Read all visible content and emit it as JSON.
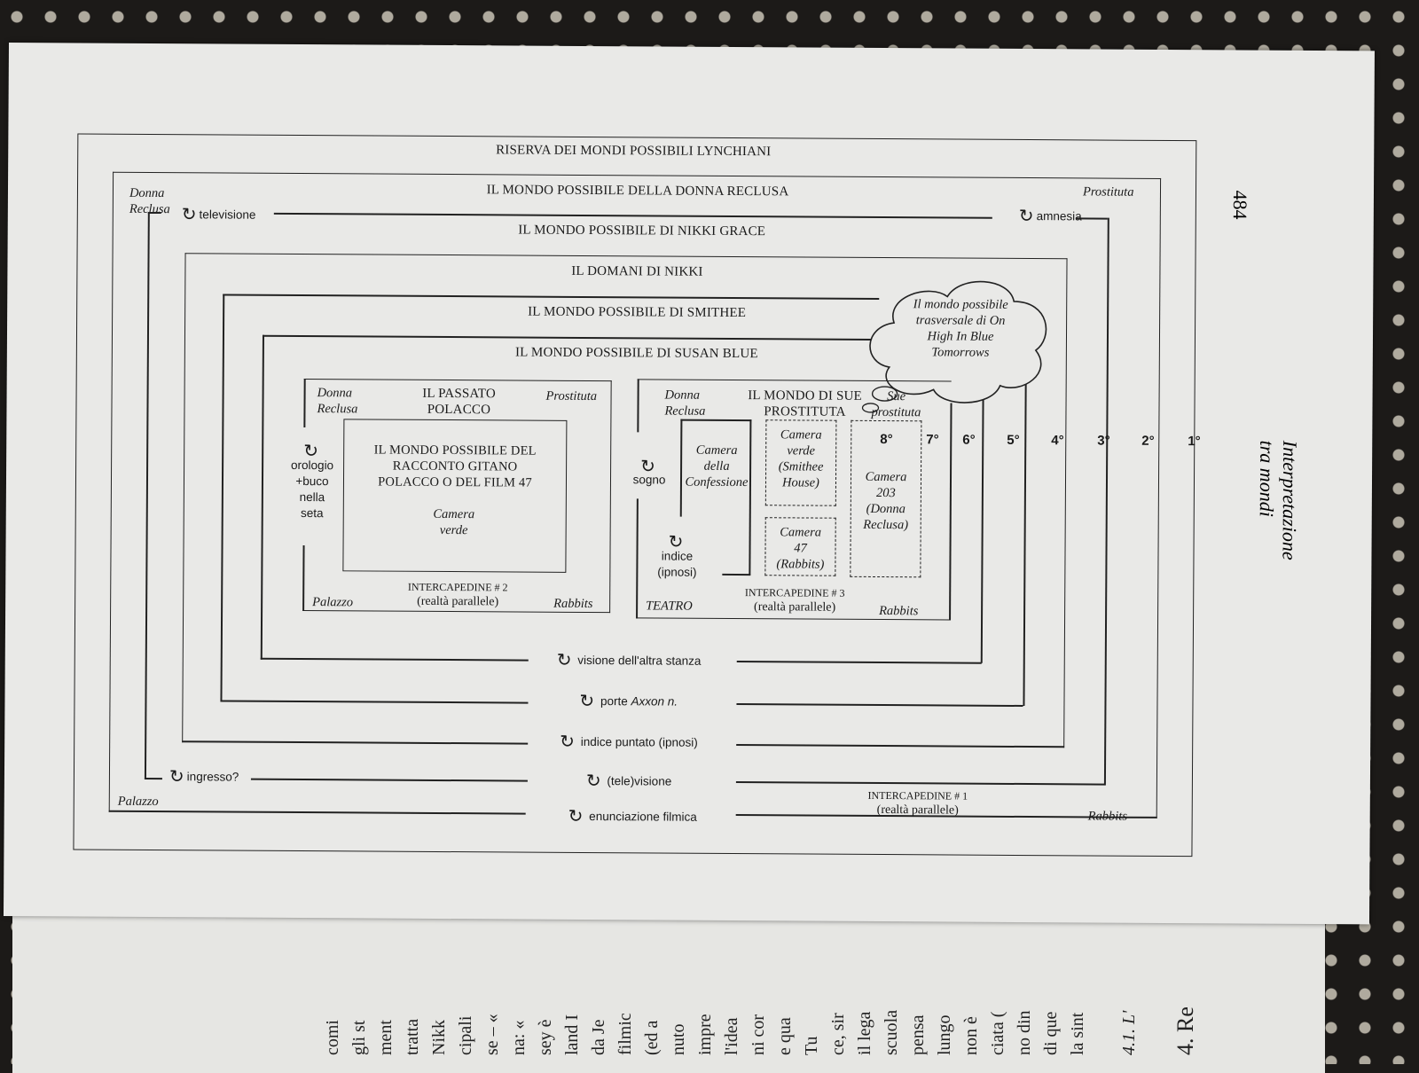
{
  "page_number": "484",
  "running_head": "Interpretazione tra mondi",
  "outer_title": "RISERVA DEI MONDI POSSIBILI LYNCHIANI",
  "recluse_world": {
    "title": "IL MONDO POSSIBILE DELLA DONNA RECLUSA",
    "top_left": "Donna\nReclusa",
    "top_right": "Prostituta",
    "bottom_left": "Palazzo",
    "bottom_right": "Rabbits",
    "gap_label": "INTERCAPEDINE # 1",
    "gap_sub": "(realtà parallele)"
  },
  "nikki_world": {
    "title": "IL MONDO POSSIBILE DI NIKKI GRACE"
  },
  "nikki_tomorrow": {
    "title": "IL DOMANI DI NIKKI"
  },
  "smithee_world": {
    "title": "IL MONDO POSSIBILE DI SMITHEE"
  },
  "susan_world": {
    "title": "IL MONDO POSSIBILE DI SUSAN BLUE"
  },
  "cloud_text": "Il mondo possibile\ntrasversale di On\nHigh In Blue\nTomorrows",
  "polish_past": {
    "title": "IL PASSATO\nPOLACCO",
    "top_left": "Donna\nReclusa",
    "top_right": "Prostituta",
    "inner_title": "IL MONDO POSSIBILE DEL\nRACCONTO GITANO\nPOLACCO O DEL FILM 47",
    "inner_room": "Camera\nverde",
    "gap_label": "INTERCAPEDINE # 2",
    "gap_sub": "(realtà parallele)",
    "bottom_left": "Palazzo",
    "bottom_right": "Rabbits",
    "transition": "orologio\n+buco\nnella\nseta"
  },
  "sue_world": {
    "title": "IL MONDO DI SUE\nPROSTITUTA",
    "top_left": "Donna\nReclusa",
    "top_right": "Sue\nprostituta",
    "room_confession": "Camera\ndella\nConfessione",
    "room_green": "Camera\nverde\n(Smithee\nHouse)",
    "room_47": "Camera\n47\n(Rabbits)",
    "room_203": "Camera\n203\n(Donna\nReclusa)",
    "gap_label": "INTERCAPEDINE # 3",
    "gap_sub": "(realtà parallele)",
    "bottom_left": "TEATRO",
    "bottom_right": "Rabbits",
    "transition_sogno": "sogno",
    "transition_indice": "indice\n(ipnosi)"
  },
  "levels": [
    "8°",
    "7°",
    "6°",
    "5°",
    "4°",
    "3°",
    "2°",
    "1°"
  ],
  "transitions": {
    "televisione": "televisione",
    "amnesia": "amnesia",
    "visione_stanza": "visione dell'altra stanza",
    "porte": "porte ",
    "porte_italic": "Axxon n.",
    "indice_puntato": "indice puntato (ipnosi)",
    "tele_visione": "(tele)visione",
    "ingresso": "ingresso?",
    "enunciazione": "enunciazione filmica"
  },
  "facing_page": {
    "heading": "4. Re",
    "subheading": "4.1. L'",
    "lines": [
      "la sint",
      "di que",
      "no din",
      "ciata (",
      "non è",
      "lungo",
      "pensa",
      "scuola",
      "il lega",
      "ce, sir",
      "Tu",
      "e qua",
      "ni cor",
      "l'idea",
      "impre",
      "nuto",
      "(ed a",
      "filmic",
      "da Je",
      "land I",
      "sey è",
      "na: «",
      "se – «",
      "cipali",
      "Nikk",
      "tratta",
      "ment",
      "gli st",
      "comi"
    ]
  },
  "colors": {
    "paper": "#e9e9e7",
    "ink": "#1a1a1a",
    "background": "#1c1a18"
  }
}
